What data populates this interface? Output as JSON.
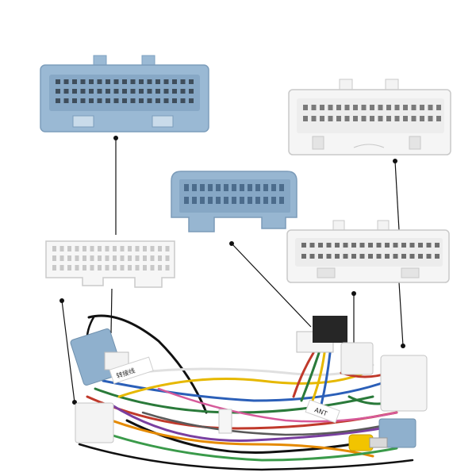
{
  "image": {
    "subject": "wiring-harness-with-connectors",
    "background_color": "#ffffff"
  },
  "labels": {
    "tag_text": "转接线",
    "ant_text": "ANT"
  },
  "colors": {
    "blue_connector": "#9ab9d4",
    "white_connector": "#f3f3f3",
    "leader_line": "#111111"
  }
}
